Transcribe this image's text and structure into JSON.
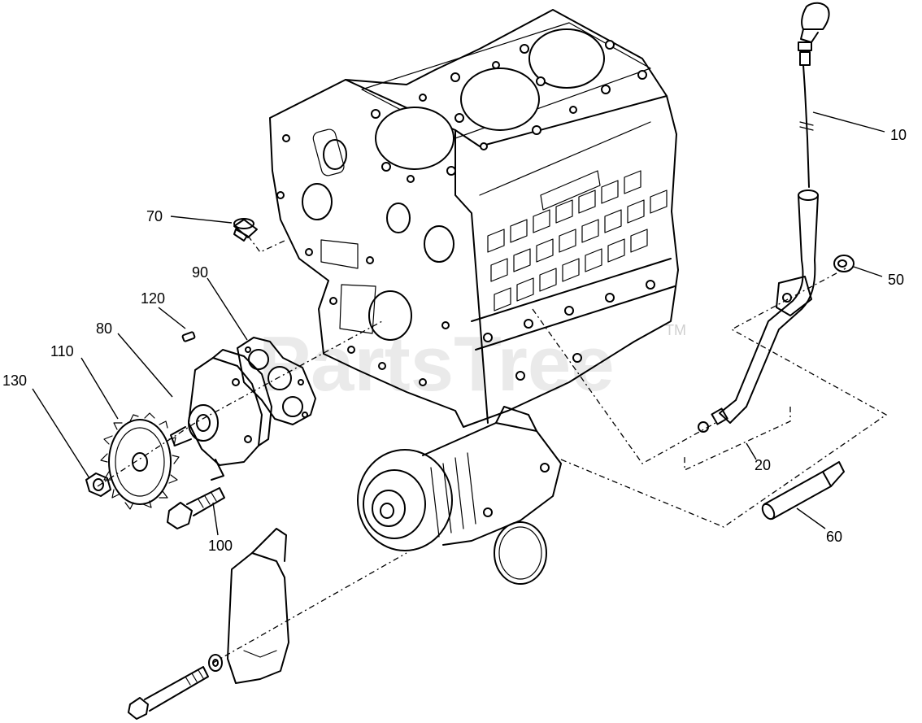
{
  "watermark": {
    "text": "PartsTree",
    "trademark": "TM"
  },
  "callouts": {
    "c10": "10",
    "c20": "20",
    "c50": "50",
    "c60": "60",
    "c70": "70",
    "c80": "80",
    "c90": "90",
    "c100": "100",
    "c110": "110",
    "c120": "120",
    "c130": "130"
  },
  "colors": {
    "line": "#000000",
    "background": "#ffffff",
    "watermark": "#d9d9d9"
  }
}
